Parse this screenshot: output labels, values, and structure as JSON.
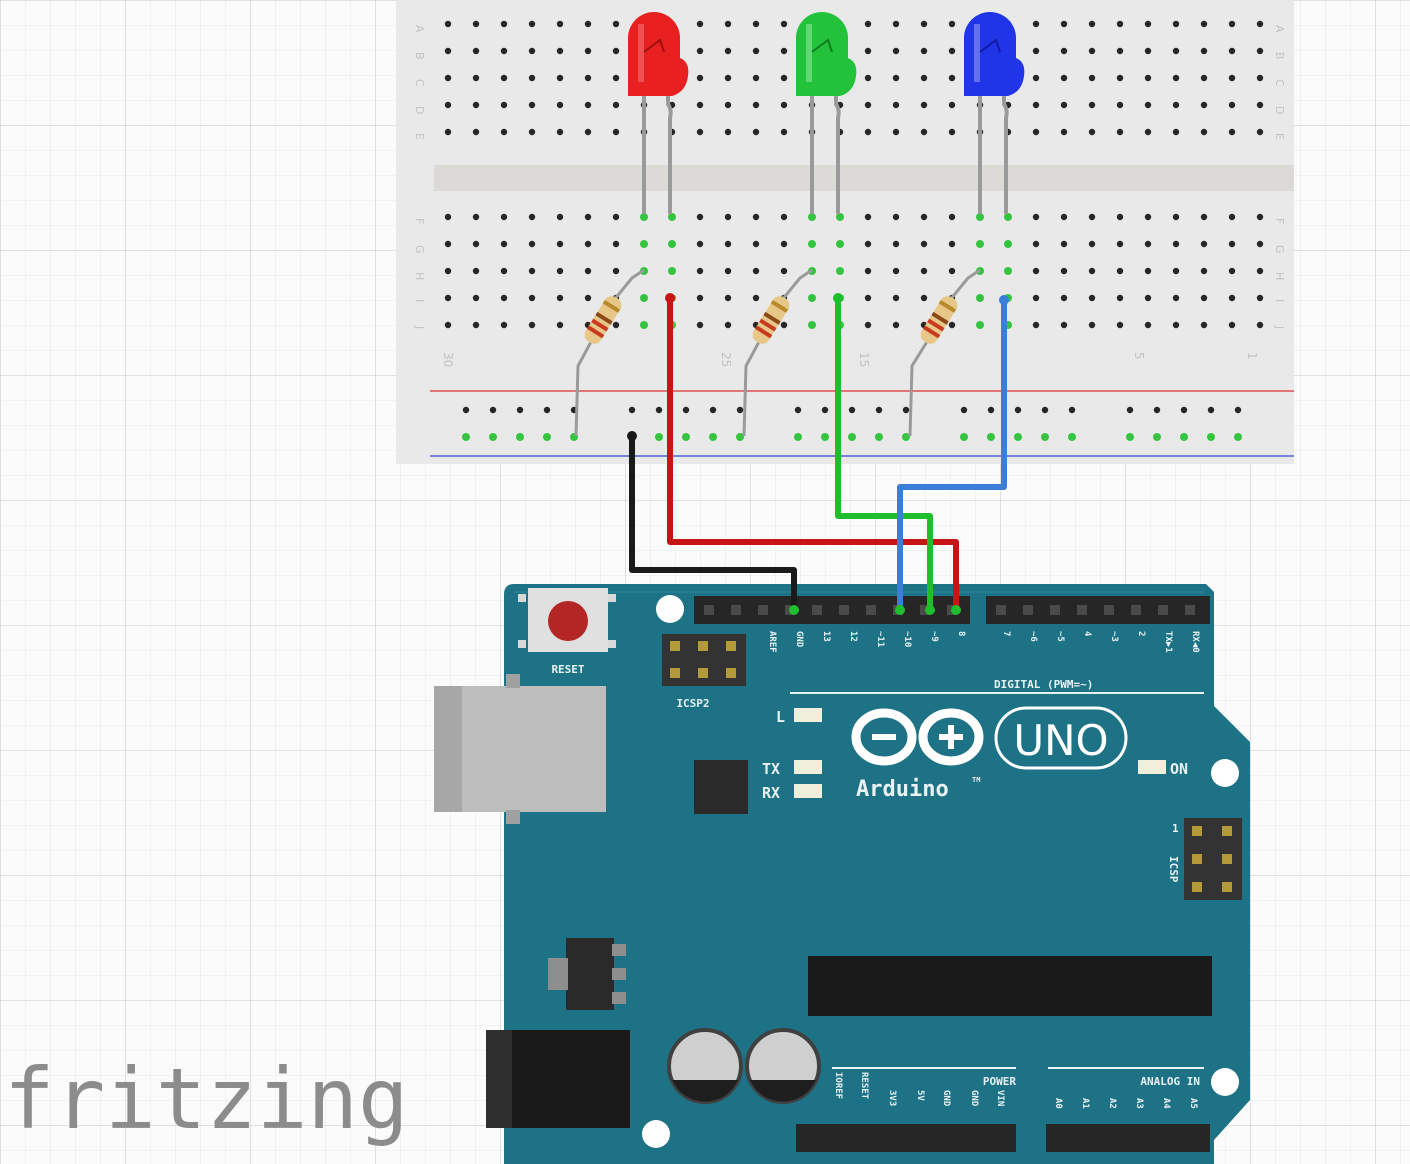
{
  "watermark": "fritzing",
  "breadboard": {
    "row_letters_top": [
      "A",
      "B",
      "C",
      "D",
      "E"
    ],
    "row_letters_bottom": [
      "F",
      "G",
      "H",
      "I",
      "J"
    ],
    "column_numbers": [
      "30",
      "25",
      "15",
      "5",
      "1"
    ]
  },
  "leds": [
    {
      "color": "red",
      "hex": "#e82020"
    },
    {
      "color": "green",
      "hex": "#22c33a"
    },
    {
      "color": "blue",
      "hex": "#2035e8"
    }
  ],
  "wire_colors": {
    "ground": "#1a1a1a",
    "red": "#c81414",
    "green": "#1fbe2c",
    "blue": "#3a7ed8"
  },
  "board": {
    "logo_text": "UNO",
    "brand": "Arduino",
    "trademark": "TM",
    "reset_label": "RESET",
    "icsp2_label": "ICSP2",
    "icsp_label": "ICSP",
    "icsp_pin1": "1",
    "on_label": "ON",
    "led_labels": {
      "l": "L",
      "tx": "TX",
      "rx": "RX"
    },
    "digital_label": "DIGITAL (PWM=~)",
    "power_label": "POWER",
    "analog_label": "ANALOG IN",
    "digital_pins_left": [
      "AREF",
      "GND",
      "13",
      "12",
      "~11",
      "~10",
      "~9",
      "8"
    ],
    "digital_pins_right": [
      "7",
      "~6",
      "~5",
      "4",
      "~3",
      "2",
      "TX▶1",
      "RX◀0"
    ],
    "power_pins": [
      "IOREF",
      "RESET",
      "3V3",
      "5V",
      "GND",
      "GND",
      "VIN"
    ],
    "analog_pins": [
      "A0",
      "A1",
      "A2",
      "A3",
      "A4",
      "A5"
    ],
    "color": "#1d7286"
  }
}
